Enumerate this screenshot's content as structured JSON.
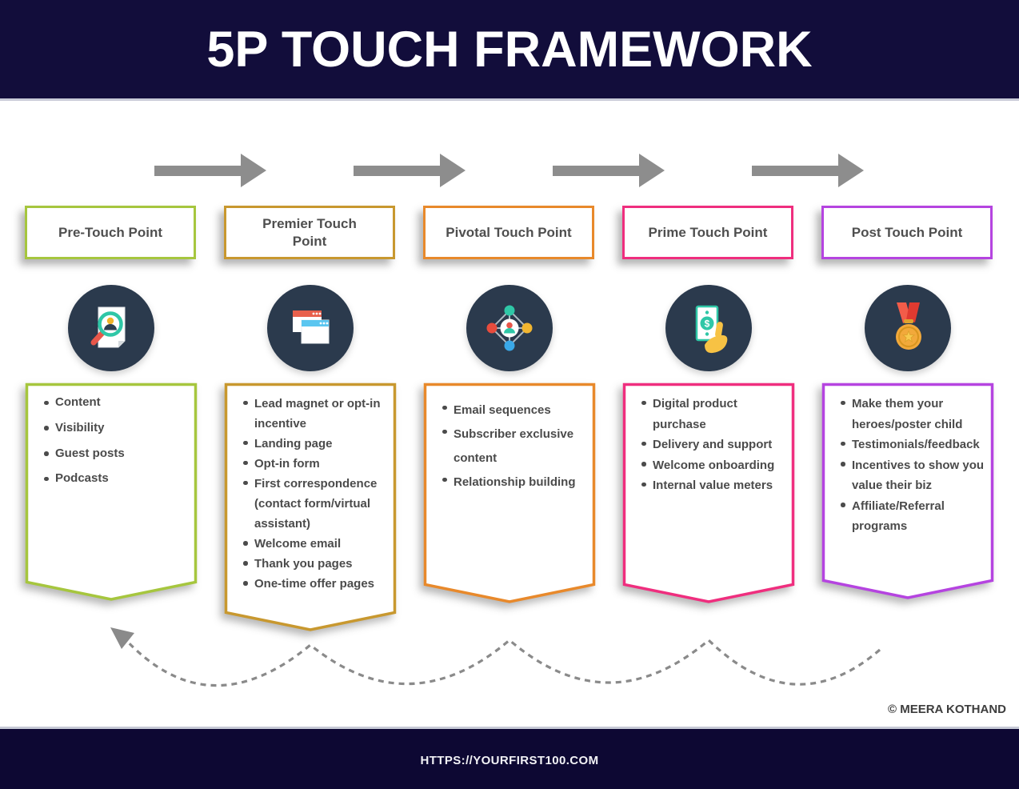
{
  "header": {
    "title": "5P TOUCH FRAMEWORK"
  },
  "columns": [
    {
      "label": "Pre-Touch Point",
      "accent": "#a6c63e",
      "icon": "document-search-icon",
      "items": [
        "Content",
        "Visibility",
        "Guest posts",
        "Podcasts"
      ]
    },
    {
      "label": "Premier Touch Point",
      "accent": "#c8982f",
      "icon": "browser-windows-icon",
      "items": [
        "Lead magnet or opt-in incentive",
        "Landing page",
        "Opt-in form",
        "First correspondence (contact form/virtual assistant)",
        "Welcome email",
        "Thank you pages",
        "One-time offer pages"
      ]
    },
    {
      "label": "Pivotal Touch Point",
      "accent": "#e8892b",
      "icon": "network-icon",
      "items": [
        "Email sequences",
        "Subscriber exclusive content",
        "Relationship building"
      ]
    },
    {
      "label": "Prime Touch Point",
      "accent": "#ef2e7e",
      "icon": "money-hand-icon",
      "items": [
        "Digital product purchase",
        "Delivery and support",
        "Welcome onboarding",
        "Internal value meters"
      ]
    },
    {
      "label": "Post Touch Point",
      "accent": "#b544e0",
      "icon": "medal-icon",
      "items": [
        "Make them your heroes/poster child",
        "Testimonials/feedback",
        "Incentives to show you value their biz",
        "Affiliate/Referral programs"
      ]
    }
  ],
  "credit": "© MEERA KOTHAND",
  "footer": {
    "url": "HTTPS://YOURFIRST100.COM"
  },
  "colors": {
    "header_bg": "#120d3b",
    "footer_bg": "#0d0833",
    "icon_circle_bg": "#2b3a4d",
    "arrow_gray": "#8d8d8d",
    "dashed_gray": "#8a8a8a",
    "text_gray": "#4b4b4b"
  }
}
